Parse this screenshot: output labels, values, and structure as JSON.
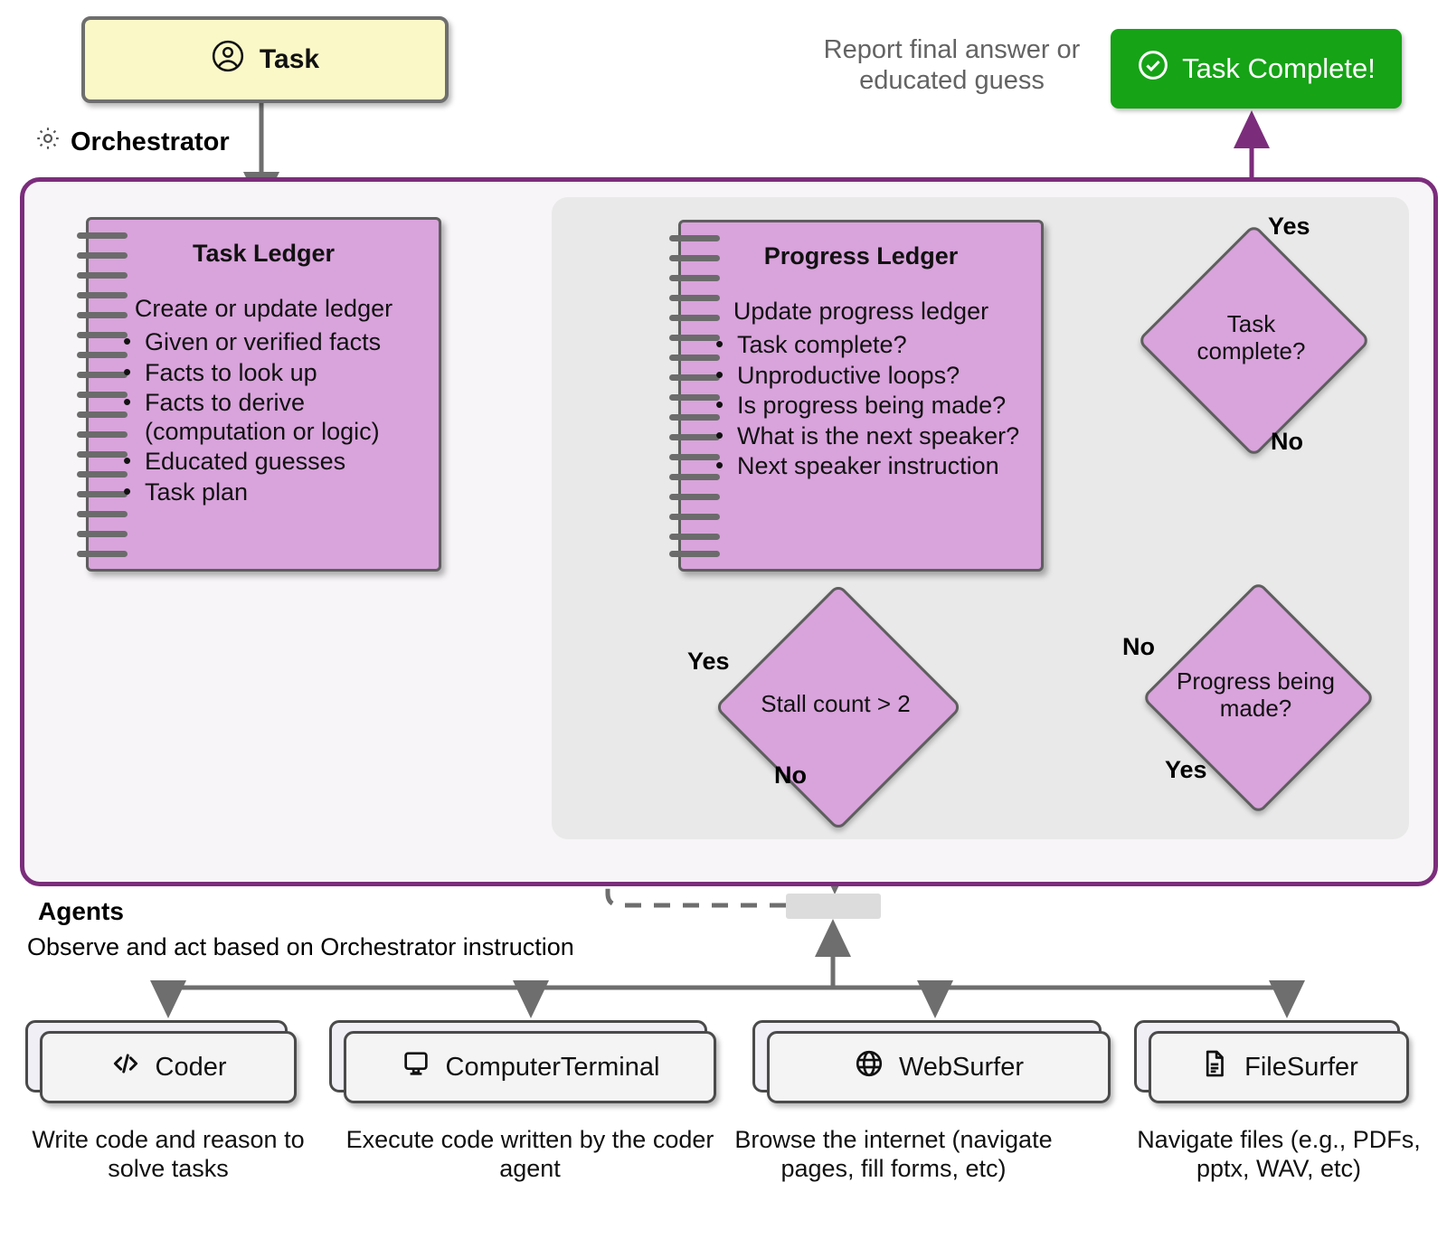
{
  "task_node": {
    "label": "Task",
    "icon": "user-circle-icon"
  },
  "orchestrator": {
    "label": "Orchestrator",
    "icon": "gear-icon",
    "task_ledger": {
      "title": "Task Ledger",
      "subtitle": "Create or update ledger",
      "items": [
        "Given or verified facts",
        "Facts to look up",
        "Facts to derive (computation or logic)",
        "Educated guesses",
        "Task plan"
      ]
    },
    "progress_ledger": {
      "title": "Progress Ledger",
      "subtitle": "Update progress ledger",
      "items": [
        "Task complete?",
        "Unproductive loops?",
        "Is progress being made?",
        "What is the next speaker?",
        "Next speaker instruction"
      ]
    },
    "decisions": [
      {
        "id": "task-complete",
        "label": "Task complete?",
        "yes_label": "Yes",
        "no_label": "No"
      },
      {
        "id": "progress-made",
        "label": "Progress being made?",
        "yes_label": "Yes",
        "no_label": "No"
      },
      {
        "id": "stall-count",
        "label": "Stall count > 2",
        "yes_label": "Yes",
        "no_label": "No"
      }
    ]
  },
  "completion": {
    "report_text": "Report final answer or educated guess",
    "badge_label": "Task Complete!",
    "badge_icon": "check-circle-icon",
    "badge_color": "#16a316"
  },
  "agents": {
    "title": "Agents",
    "subtitle": "Observe and act based on Orchestrator instruction",
    "items": [
      {
        "name": "Coder",
        "icon": "code-brackets-icon",
        "description": "Write code and reason to solve tasks"
      },
      {
        "name": "ComputerTerminal",
        "icon": "monitor-icon",
        "description": "Execute code written by the coder agent"
      },
      {
        "name": "WebSurfer",
        "icon": "globe-icon",
        "description": "Browse the internet (navigate pages, fill forms, etc)"
      },
      {
        "name": "FileSurfer",
        "icon": "document-icon",
        "description": "Navigate files (e.g., PDFs, pptx, WAV, etc)"
      }
    ]
  },
  "colors": {
    "orchestrator_border": "#7b2d7b",
    "ledger_fill": "#d9a3dc",
    "task_fill": "#fbf8c8",
    "success": "#16a316",
    "edge_gray": "#6e6e6e"
  },
  "edge_labels": {
    "task_complete_yes": "Yes",
    "task_complete_no": "No",
    "progress_made_no": "No",
    "progress_made_yes": "Yes",
    "stall_yes": "Yes",
    "stall_no": "No"
  }
}
